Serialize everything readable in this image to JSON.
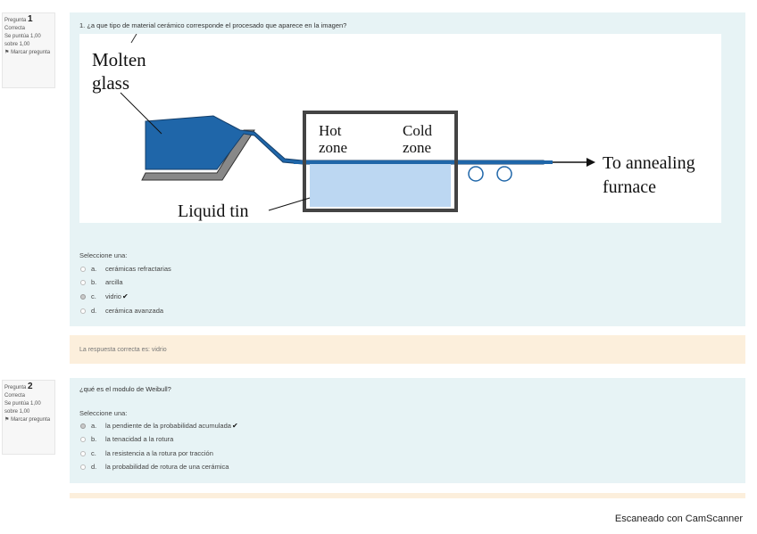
{
  "q1": {
    "info": {
      "label": "Pregunta",
      "number": "1",
      "status": "Correcta",
      "score_line1": "Se puntúa 1,00",
      "score_line2": "sobre 1,00",
      "flag": "Marcar pregunta"
    },
    "text": "1. ¿a que tipo de material cerámico corresponde el procesado que aparece en la imagen?",
    "figure": {
      "molten_line1": "Molten",
      "molten_line2": "glass",
      "hot_line1": "Hot",
      "hot_line2": "zone",
      "cold_line1": "Cold",
      "cold_line2": "zone",
      "annealing_line1": "To annealing",
      "annealing_line2": "furnace",
      "liquid_tin": "Liquid tin",
      "colors": {
        "glass": "#1f66a9",
        "tin": "#bcd7f2",
        "frame": "#444444"
      }
    },
    "prompt": "Seleccione una:",
    "options": [
      {
        "letter": "a.",
        "text": "cerámicas refractarias",
        "selected": false,
        "correct_mark": ""
      },
      {
        "letter": "b.",
        "text": "arcilla",
        "selected": false,
        "correct_mark": ""
      },
      {
        "letter": "c.",
        "text": "vidrio",
        "selected": true,
        "correct_mark": "✔"
      },
      {
        "letter": "d.",
        "text": "cerámica avanzada",
        "selected": false,
        "correct_mark": ""
      }
    ],
    "feedback": "La respuesta correcta es: vidrio"
  },
  "q2": {
    "info": {
      "label": "Pregunta",
      "number": "2",
      "status": "Correcta",
      "score_line1": "Se puntúa 1,00",
      "score_line2": "sobre 1,00",
      "flag": "Marcar pregunta"
    },
    "text": "¿qué es el modulo de Weibull?",
    "prompt": "Seleccione una:",
    "options": [
      {
        "letter": "a.",
        "text": "la pendiente de la probabilidad acumulada",
        "selected": true,
        "correct_mark": "✔"
      },
      {
        "letter": "b.",
        "text": "la tenacidad a la rotura",
        "selected": false,
        "correct_mark": ""
      },
      {
        "letter": "c.",
        "text": "la resistencia a la rotura por tracción",
        "selected": false,
        "correct_mark": ""
      },
      {
        "letter": "d.",
        "text": "la probabilidad de rotura de una cerámica",
        "selected": false,
        "correct_mark": ""
      }
    ]
  },
  "footer": {
    "scanner": "Escaneado con CamScanner"
  },
  "colors": {
    "panel": "#e7f3f5",
    "feedback": "#fcefdc"
  }
}
